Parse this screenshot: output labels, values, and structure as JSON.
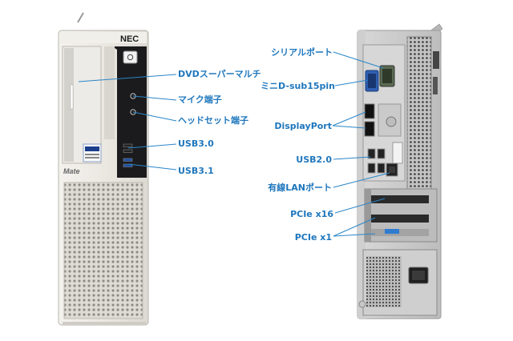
{
  "brand": {
    "logo": "NEC",
    "model": "Mate"
  },
  "colors": {
    "label": "#1f77bd",
    "line": "#2a86c8",
    "chassis_light": "#e9e6e0",
    "bezel_dark": "#1a1a1c",
    "chassis_rear": "#c9c9c9"
  },
  "front_labels": [
    {
      "id": "dvd",
      "text": "DVDスーパーマルチ"
    },
    {
      "id": "mic",
      "text": "マイク端子"
    },
    {
      "id": "headphone",
      "text": "ヘッドセット端子"
    },
    {
      "id": "usb30",
      "text": "USB3.0"
    },
    {
      "id": "usb31",
      "text": "USB3.1"
    }
  ],
  "rear_labels": [
    {
      "id": "serial",
      "text": "シリアルポート"
    },
    {
      "id": "dsub",
      "text": "ミニD-sub15pin"
    },
    {
      "id": "displayport",
      "text": "DisplayPort"
    },
    {
      "id": "usb20",
      "text": "USB2.0"
    },
    {
      "id": "lan",
      "text": "有線LANポート"
    },
    {
      "id": "pcie16",
      "text": "PCIe x16"
    },
    {
      "id": "pcie1",
      "text": "PCIe x1"
    }
  ]
}
